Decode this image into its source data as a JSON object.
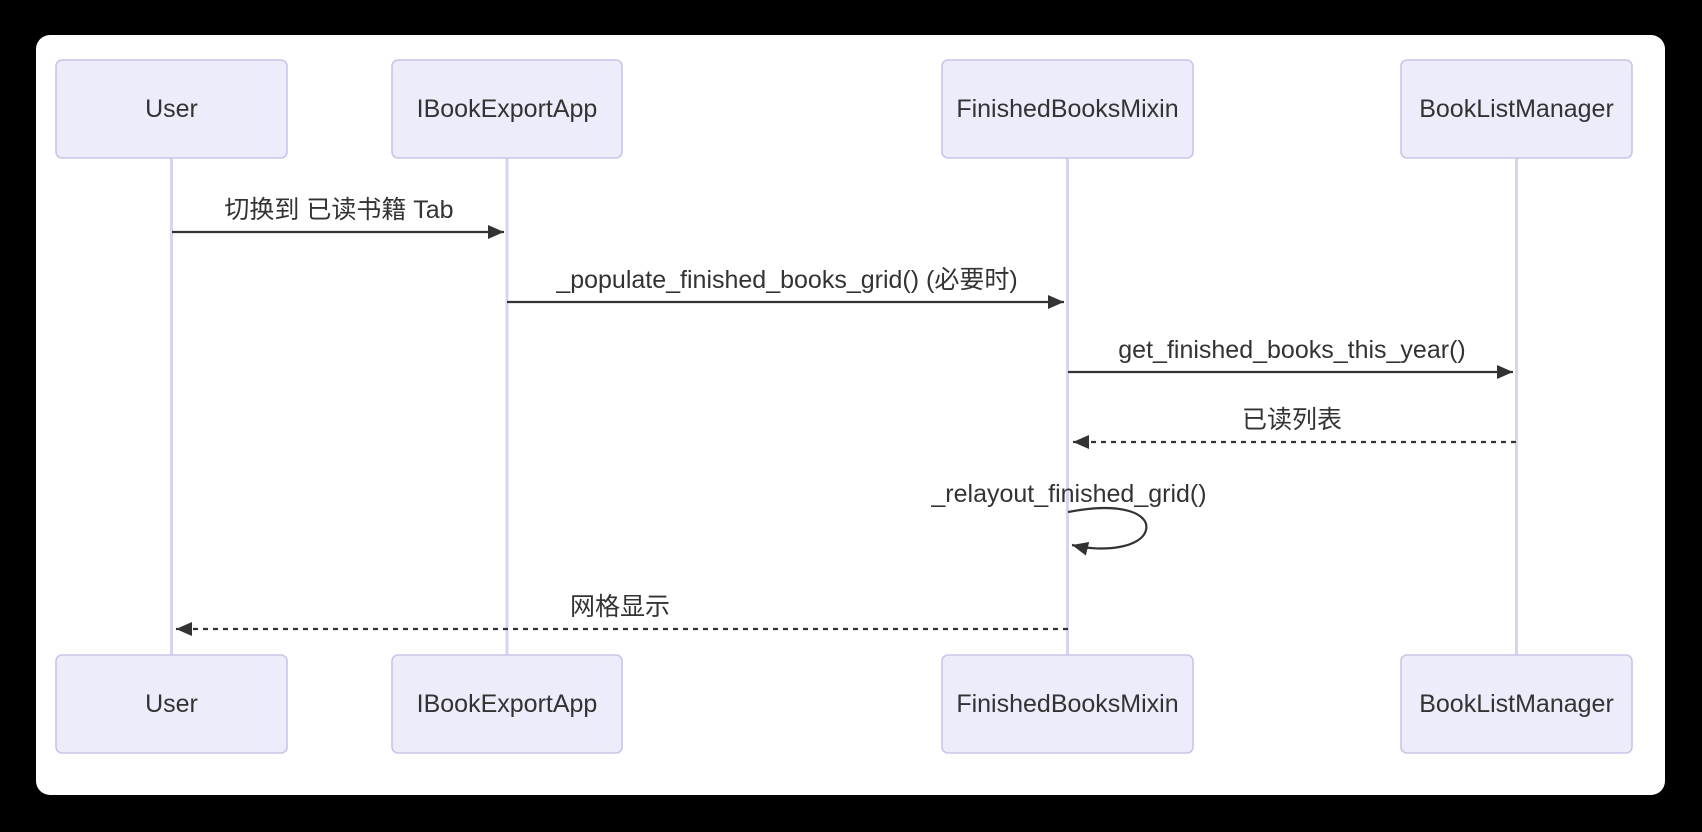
{
  "diagram": {
    "type": "sequence-diagram",
    "actors": [
      {
        "name": "User"
      },
      {
        "name": "IBookExportApp"
      },
      {
        "name": "FinishedBooksMixin"
      },
      {
        "name": "BookListManager"
      }
    ],
    "messages": [
      {
        "from": "User",
        "to": "IBookExportApp",
        "label": "切换到 已读书籍 Tab",
        "line": "solid"
      },
      {
        "from": "IBookExportApp",
        "to": "FinishedBooksMixin",
        "label": "_populate_finished_books_grid() (必要时)",
        "line": "solid"
      },
      {
        "from": "FinishedBooksMixin",
        "to": "BookListManager",
        "label": "get_finished_books_this_year()",
        "line": "solid"
      },
      {
        "from": "BookListManager",
        "to": "FinishedBooksMixin",
        "label": "已读列表",
        "line": "dashed"
      },
      {
        "from": "FinishedBooksMixin",
        "to": "FinishedBooksMixin",
        "label": "_relayout_finished_grid()",
        "line": "self-loop"
      },
      {
        "from": "FinishedBooksMixin",
        "to": "User",
        "label": "网格显示",
        "line": "dashed"
      }
    ],
    "colors": {
      "canvas_bg": "#000000",
      "panel_bg": "#FFFFFF",
      "actor_fill": "#ECECFB",
      "actor_border": "#C9C5E8",
      "lifeline": "#D9D2F0",
      "arrow": "#333333",
      "text": "#333333"
    }
  }
}
